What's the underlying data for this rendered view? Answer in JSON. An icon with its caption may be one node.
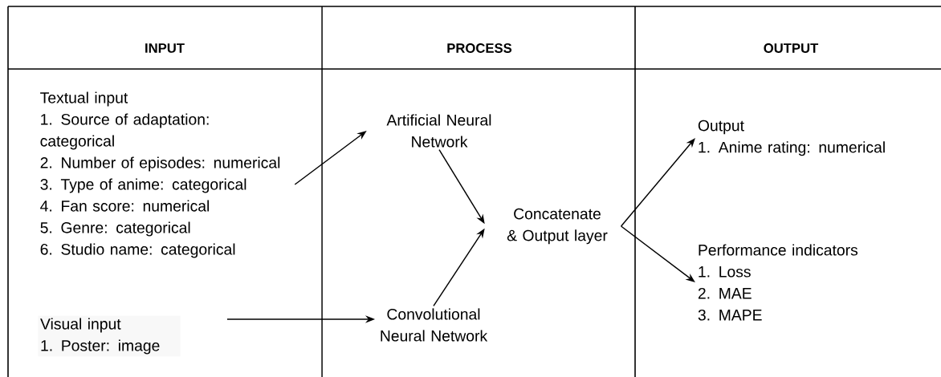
{
  "diagram": {
    "nodes": [
      {
        "text": [
          "Textual input",
          "1. Source of adaptation: categorical",
          "2. Number of episodes: numerical",
          "3. Type of anime: categorical",
          "4. Fan score: numerical",
          "5. Genre: categorical",
          "6. Studio name: categorical"
        ]
      },
      {
        "text": [
          "Visual input",
          "1. Poster: image"
        ]
      },
      {
        "text": [
          "Artificial Neural Network"
        ]
      },
      {
        "text": [
          "Convolutional Neural Network"
        ]
      },
      {
        "text": [
          "Concatenate & Output layer"
        ]
      },
      {
        "text": [
          "Output",
          "1. Anime rating: numerical"
        ]
      },
      {
        "text": [
          "Performance indicators",
          "1. Loss",
          "2. MAE",
          "3. MAPE"
        ]
      }
    ],
    "edges": [
      {
        "from": 0,
        "to": 2,
        "arrow": "to"
      },
      {
        "from": 1,
        "to": 3,
        "arrow": "to"
      },
      {
        "from": 2,
        "to": 4,
        "arrow": "to"
      },
      {
        "from": 3,
        "to": 4,
        "arrow": "to"
      },
      {
        "from": 4,
        "to": 5,
        "arrow": "to"
      },
      {
        "from": 4,
        "to": 6,
        "arrow": "to"
      }
    ],
    "labels": [
      "INPUT",
      "PROCESS",
      "OUTPUT"
    ]
  }
}
